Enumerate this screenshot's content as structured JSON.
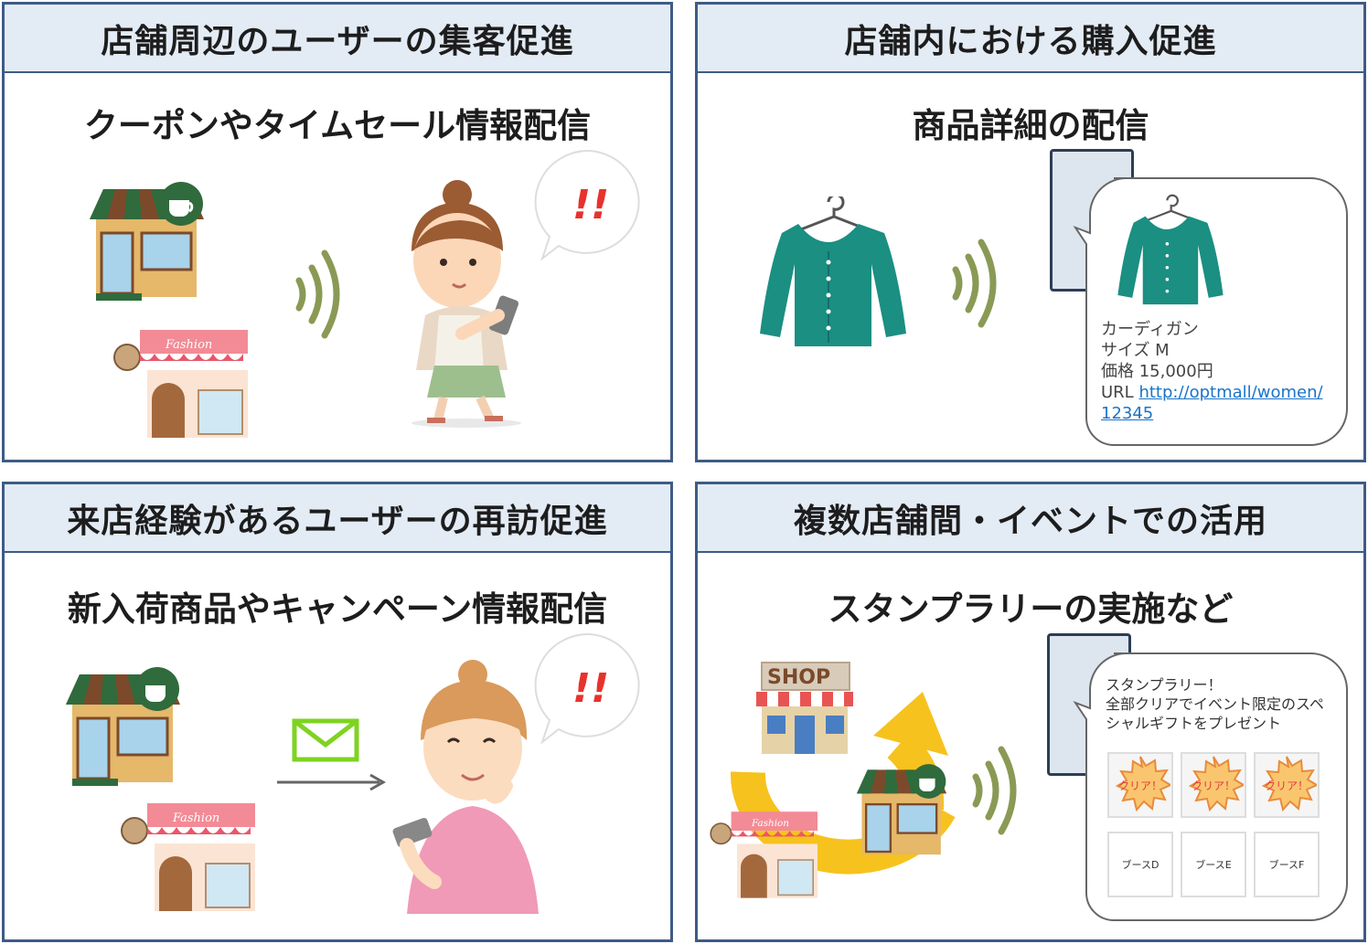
{
  "panels": {
    "tl": {
      "title": "店舗周辺のユーザーの集客促進",
      "subtitle": "クーポンやタイムセール情報配信",
      "exclaim": "!!"
    },
    "tr": {
      "title": "店舗内における購入促進",
      "subtitle": "商品詳細の配信",
      "detail": {
        "name": "カーディガン",
        "size": "サイズ M",
        "price": "価格 15,000円",
        "url_label": "URL",
        "url": "http://optmall/women/",
        "url2": "12345"
      }
    },
    "bl": {
      "title": "来店経験があるユーザーの再訪促進",
      "subtitle": "新入荷商品やキャンペーン情報配信",
      "exclaim": "!!"
    },
    "br": {
      "title": "複数店舗間・イベントでの活用",
      "subtitle": "スタンプラリーの実施など",
      "stamp_title": "スタンプラリー！",
      "stamp_desc1": "全部クリアでイベント限定のスペ",
      "stamp_desc2": "シャルギフトをプレゼント",
      "shop_sign": "SHOP",
      "booths": [
        "クリア！",
        "クリア！",
        "クリア！",
        "ブースD",
        "ブースE",
        "ブースF"
      ]
    }
  },
  "shop_labels": {
    "fashion": "Fashion"
  },
  "colors": {
    "border": "#3e5b85",
    "header_bg": "#e3ebf5",
    "teal": "#1a8f82",
    "signal": "#8a9a55"
  }
}
